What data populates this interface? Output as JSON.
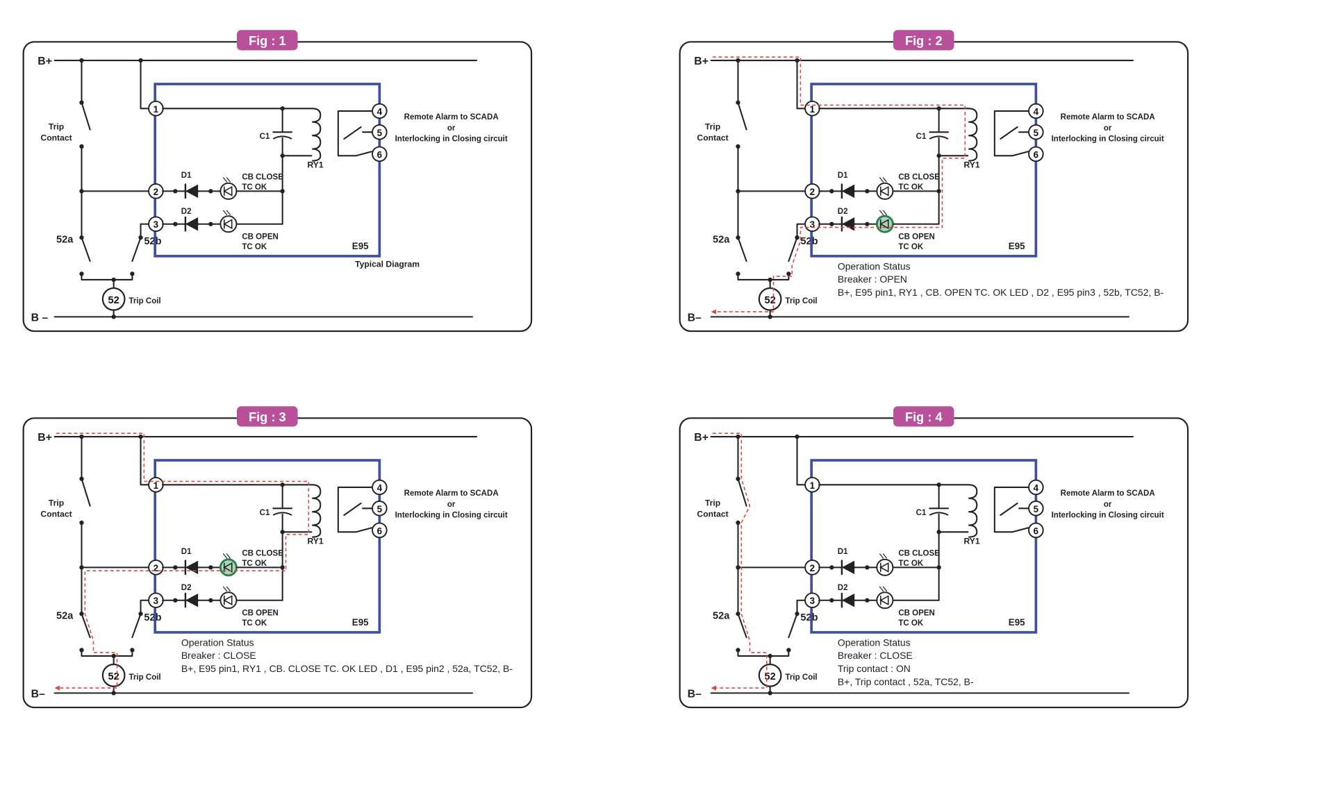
{
  "colors": {
    "wire": "#222222",
    "relay_box": "#3d4fa3",
    "fig_badge": "#b8509a",
    "panel_border": "#222222",
    "current_path": "#e0453a",
    "led_on_fill": "#a8d8b9",
    "led_on_stroke": "#2e7d4f"
  },
  "icons": {
    "diode": "diode-icon",
    "led": "led-icon",
    "capacitor": "capacitor-icon",
    "relay_coil": "relay-coil-icon",
    "relay_contacts": "relay-contacts-icon",
    "switch": "switch-contact-icon",
    "trip_coil": "trip-coil-icon",
    "arrow": "current-arrow-icon"
  },
  "labels": {
    "bplus": "B+",
    "bminus": "B –",
    "bminus_alt": "B–",
    "trip_contact": [
      "Trip",
      "Contact"
    ],
    "s52a": "52a",
    "s52b": "52b",
    "coil_num": "52",
    "trip_coil": "Trip Coil",
    "c1": "C1",
    "ry1": "RY1",
    "d1": "D1",
    "d2": "D2",
    "cb_close": [
      "CB CLOSE",
      "TC OK"
    ],
    "cb_open": [
      "CB OPEN",
      "TC OK"
    ],
    "e95": "E95",
    "remote": [
      "Remote Alarm to SCADA",
      "or",
      "Interlocking in Closing circuit"
    ],
    "pins": [
      "1",
      "2",
      "3",
      "4",
      "5",
      "6"
    ]
  },
  "panels": [
    {
      "fig": "Fig : 1",
      "caption": "Typical Diagram",
      "status": [],
      "led_close_on": false,
      "led_open_on": false,
      "bminus_label": "B –",
      "path": "none"
    },
    {
      "fig": "Fig : 2",
      "caption": "",
      "status": [
        "Operation Status",
        "Breaker : OPEN",
        "B+, E95 pin1, RY1 , CB. OPEN TC. OK LED , D2 , E95 pin3 , 52b, TC52, B-"
      ],
      "led_close_on": false,
      "led_open_on": true,
      "bminus_label": "B–",
      "path": "open"
    },
    {
      "fig": "Fig : 3",
      "caption": "",
      "status": [
        "Operation Status",
        "Breaker : CLOSE",
        "B+, E95 pin1, RY1 , CB. CLOSE TC. OK LED , D1 , E95 pin2 , 52a, TC52, B-"
      ],
      "led_close_on": true,
      "led_open_on": false,
      "bminus_label": "B–",
      "path": "close"
    },
    {
      "fig": "Fig : 4",
      "caption": "",
      "status": [
        "Operation Status",
        "Breaker : CLOSE",
        "Trip contact : ON",
        "B+, Trip contact , 52a,  TC52, B-"
      ],
      "led_close_on": false,
      "led_open_on": false,
      "bminus_label": "B–",
      "path": "trip"
    }
  ]
}
